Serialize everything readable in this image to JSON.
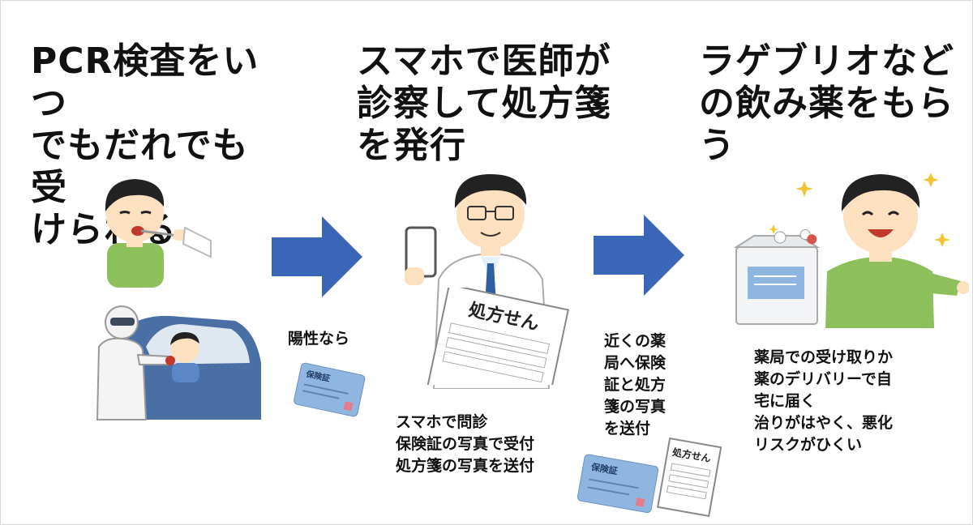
{
  "steps": [
    {
      "title": "PCR検査をいつ\nでもだれでも受\nけられる"
    },
    {
      "title": "スマホで医師が\n診察して処方箋\nを発行",
      "caption": "スマホで問診\n保険証の写真で受付\n処方箋の写真を送付"
    },
    {
      "title": "ラゲブリオなど\nの飲み薬をもら\nう",
      "caption": "薬局での受け取りか\n薬のデリバリーで自\n宅に届く\n治りがはやく、悪化\nリスクがひくい"
    }
  ],
  "arrows": [
    {
      "label": "陽性なら"
    },
    {
      "label": "近くの薬\n局へ保険\n証と処方\n箋の写真\nを送付"
    }
  ],
  "labels": {
    "insurance_card": "保険証",
    "prescription": "処方せん"
  },
  "colors": {
    "arrow": "#3a66b8",
    "shirt": "#8dbf5a",
    "skin": "#fde0c0",
    "hair": "#222222",
    "card": "#8fb6e0"
  }
}
